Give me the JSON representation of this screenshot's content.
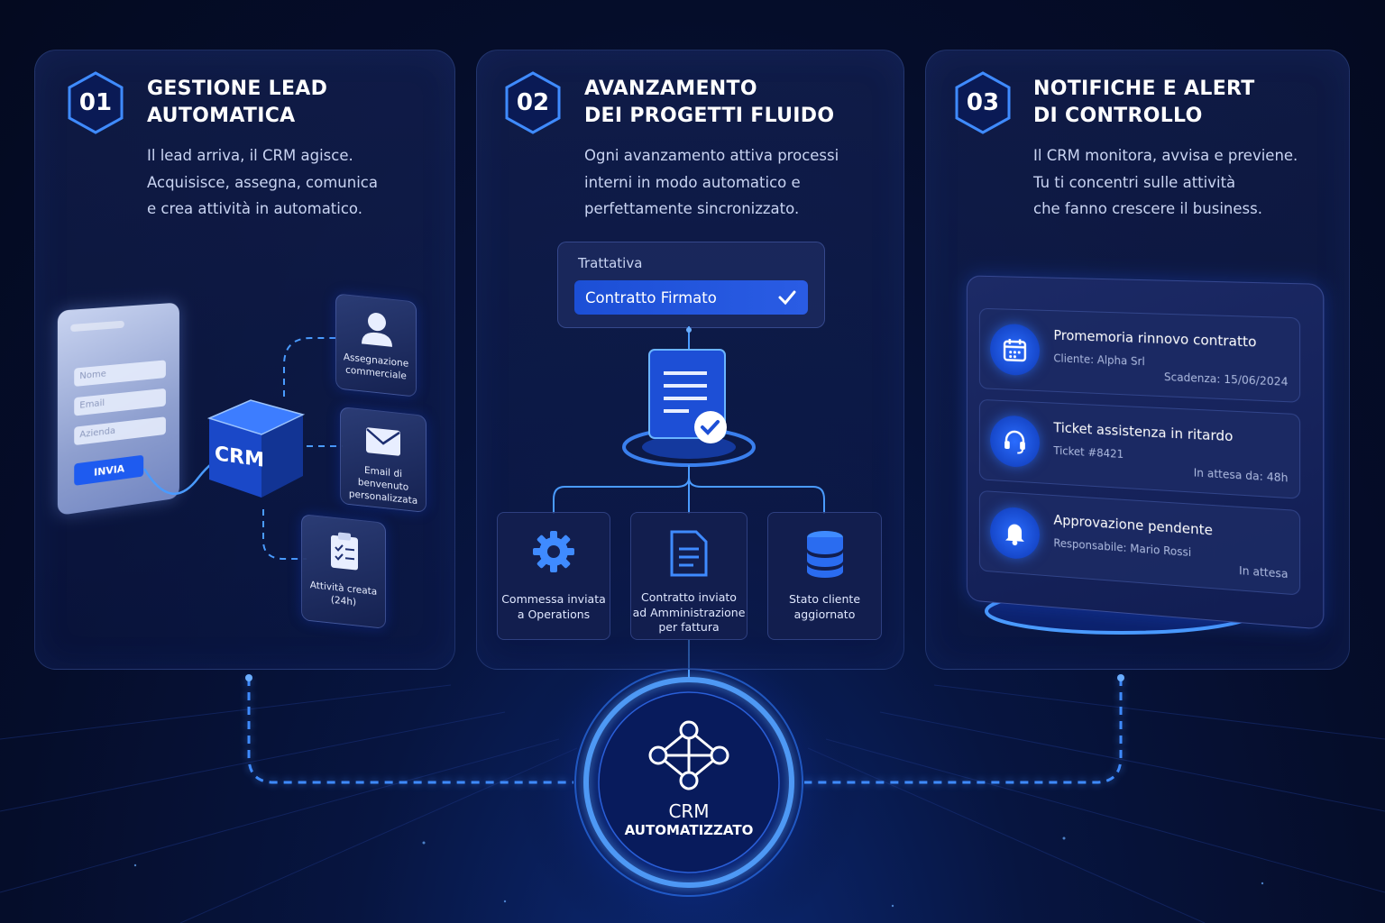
{
  "steps": [
    {
      "number": "01",
      "title_lines": [
        "GESTIONE LEAD",
        "AUTOMATICA"
      ],
      "desc_lines": [
        "Il lead arriva, il CRM agisce.",
        "Acquisisce, assegna, comunica",
        "e crea attività in automatico."
      ]
    },
    {
      "number": "02",
      "title_lines": [
        "AVANZAMENTO",
        "DEI PROGETTI FLUIDO"
      ],
      "desc_lines": [
        "Ogni avanzamento attiva processi",
        "interni in modo automatico e",
        "perfettamente sincronizzato."
      ]
    },
    {
      "number": "03",
      "title_lines": [
        "NOTIFICHE E ALERT",
        "DI CONTROLLO"
      ],
      "desc_lines": [
        "Il CRM monitora, avvisa e previene.",
        "Tu ti concentri sulle attività",
        "che fanno crescere il business."
      ]
    }
  ],
  "lead_form": {
    "fields": [
      "Nome",
      "Email",
      "Azienda"
    ],
    "submit": "INVIA"
  },
  "crm_cube": "CRM",
  "lead_actions": [
    {
      "lines": [
        "Assegnazione",
        "commerciale"
      ],
      "icon": "user-icon"
    },
    {
      "lines": [
        "Email di benvenuto",
        "personalizzata"
      ],
      "icon": "envelope-icon"
    },
    {
      "lines": [
        "Attività creata",
        "(24h)"
      ],
      "icon": "clipboard-icon"
    }
  ],
  "deal": {
    "label": "Trattativa",
    "selected": "Contratto Firmato"
  },
  "stages": [
    {
      "lines": [
        "Commessa inviata",
        "a Operations"
      ],
      "icon": "gear-icon"
    },
    {
      "lines": [
        "Contratto inviato",
        "ad Amministrazione",
        "per fattura"
      ],
      "icon": "document-icon"
    },
    {
      "lines": [
        "Stato cliente",
        "aggiornato"
      ],
      "icon": "database-icon"
    }
  ],
  "notifications": [
    {
      "title": "Promemoria rinnovo contratto",
      "sub": "Cliente: Alpha Srl",
      "right": "Scadenza: 15/06/2024",
      "icon": "calendar-icon"
    },
    {
      "title": "Ticket assistenza in ritardo",
      "sub": "Ticket #8421",
      "right": "In attesa da: 48h",
      "icon": "headset-icon"
    },
    {
      "title": "Approvazione pendente",
      "sub": "Responsabile: Mario Rossi",
      "right": "In attesa",
      "icon": "bell-icon"
    }
  ],
  "hub": {
    "line1": "CRM",
    "line2": "AUTOMATIZZATO",
    "icon": "network-icon"
  },
  "colors": {
    "accent": "#2f7bff",
    "glow": "#4a9bff",
    "bg": "#050d2a"
  }
}
